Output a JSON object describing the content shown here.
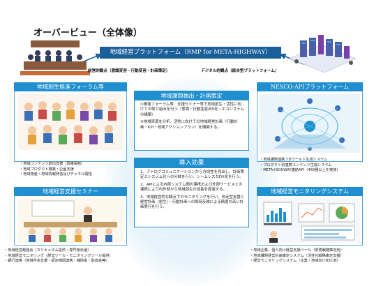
{
  "title": "オーバービュー（全体像）",
  "platform": {
    "label": "地域経営プラットフォーム（RMP for META-HIGHWAY）",
    "left_arrow": "経営的観点（意識変容・行動変容・計画策定）",
    "right_arrow": "デジタル的観点（統合型プラットフォーム）"
  },
  "forum": {
    "header": "地域創生推進フォーラム等",
    "bullets": [
      "地域コンテンツ創出支援（政策開拓）",
      "地域プロダクト構築・企画支援",
      "地域物産・地域情報発信及びチャネル開拓"
    ]
  },
  "nexco": {
    "header": "NEXCO-APIプラットフォーム",
    "bullets": [
      "地域課題連携３Dワールド生成システム",
      "プロダクト別連携コンテンツ生成システム",
      "META-HIGHWAY連結API（460種以上を実装）"
    ]
  },
  "extract": {
    "header": "地域課題抽出・計画策定",
    "p1": "①推進フォーラム等、支援セミナー等で地域創生・活性に向けての取り組みを行う（意識・行動変容/EA化・エコシステムの構築）",
    "p2": "②地域資源を分析、活性に向けての地域経営計画（行動計画・KPI・地域アクションプラン）を構築する。"
  },
  "effect": {
    "header": "導入効果",
    "p1": "1．アナログコミュニケーションから方向性を見出し、計画策定とシステム化への分岐を行い、シームレスなDX化を行う。",
    "p2": "2．APIによる内部システム間の連携および外部サービスとの連携により内外部から地域創生の成長を促進する。",
    "p3": "3．地域経営的な観点でのモニタリングを行い、伴走型支援と経営計画（創生）・行動計画への即時反映による精度の高い計画実行を行う。"
  },
  "seminar": {
    "header": "地域経営支援セミナー",
    "bullets": [
      "地域経営勉強会（カリキュラム提供・専門家派遣）",
      "地域経営モニタリング（経営ツール・モニタリングツール提供）",
      "銀行連携（地域伴走支援・認定機関連携・補助金・助成金等）"
    ]
  },
  "monitor": {
    "header": "地域経営モニタリングシステム",
    "bullets": [
      "地域企業、個人向け経営支援ツール（財務戦略策定他）",
      "地域課題経営計画策定システム（活性化戦略策定支援）",
      "経営モニタリングシステム（企業・地域向けBSC他）"
    ]
  },
  "colors": {
    "accent": "#1f8fd0",
    "dark": "#1a5f9a"
  }
}
